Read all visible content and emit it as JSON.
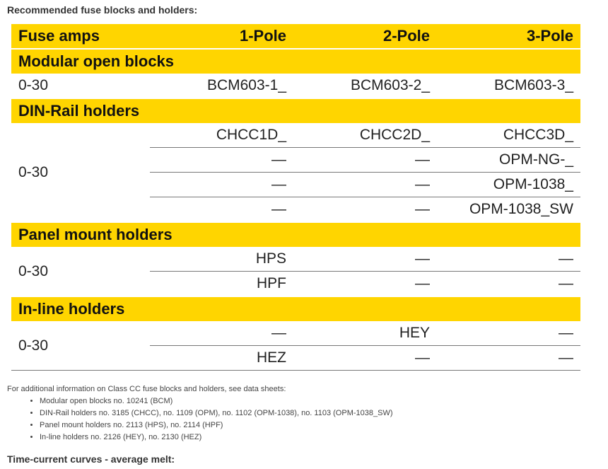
{
  "heading": "Recommended fuse blocks and holders:",
  "table": {
    "headers": [
      "Fuse amps",
      "1-Pole",
      "2-Pole",
      "3-Pole"
    ],
    "sections": [
      {
        "title": "Modular open blocks",
        "amp": "0-30",
        "rows": [
          [
            "BCM603-1_",
            "BCM603-2_",
            "BCM603-3_"
          ]
        ]
      },
      {
        "title": "DIN-Rail holders",
        "amp": "0-30",
        "rows": [
          [
            "CHCC1D_",
            "CHCC2D_",
            "CHCC3D_"
          ],
          [
            "—",
            "—",
            "OPM-NG-_"
          ],
          [
            "—",
            "—",
            "OPM-1038_"
          ],
          [
            "—",
            "—",
            "OPM-1038_SW"
          ]
        ]
      },
      {
        "title": "Panel mount holders",
        "amp": "0-30",
        "rows": [
          [
            "HPS",
            "—",
            "—"
          ],
          [
            "HPF",
            "—",
            "—"
          ]
        ]
      },
      {
        "title": "In-line holders",
        "amp": "0-30",
        "rows": [
          [
            "—",
            "HEY",
            "—"
          ],
          [
            "HEZ",
            "—",
            "—"
          ]
        ]
      }
    ]
  },
  "notes": {
    "intro": "For additional information on Class CC fuse blocks and holders, see data sheets:",
    "items": [
      "Modular open blocks no. 10241 (BCM)",
      "DIN-Rail holders no. 3185 (CHCC), no. 1109 (OPM), no. 1102 (OPM-1038), no. 1103 (OPM-1038_SW)",
      "Panel mount holders no. 2113 (HPS), no. 2114 (HPF)",
      "In-line holders no. 2126 (HEY), no. 2130 (HEZ)"
    ]
  },
  "curves_heading": "Time-current curves - average melt:"
}
